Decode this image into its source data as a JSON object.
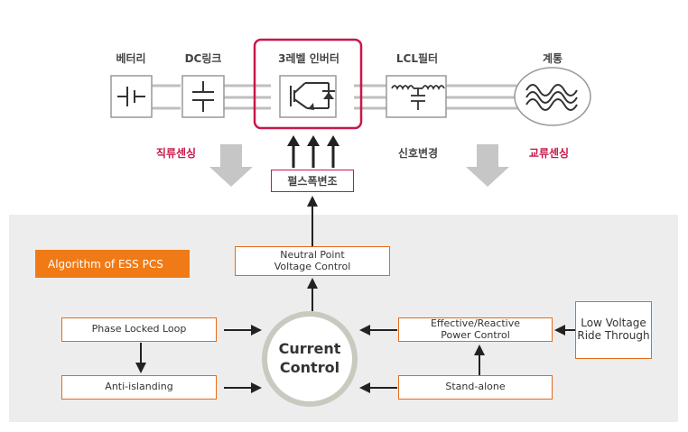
{
  "top": {
    "battery": "베터리",
    "dclink": "DC링크",
    "inverter": "3레벨 인버터",
    "lcl": "LCL필터",
    "grid": "계통",
    "dc_sensing": "직류센싱",
    "signal_conversion": "신호변경",
    "ac_sensing": "교류센싱",
    "pwm": "펄스폭변조"
  },
  "algorithm": {
    "title": "Algorithm of ESS PCS",
    "neutral_point": "Neutral Point\nVoltage Control",
    "pll": "Phase Locked Loop",
    "anti_islanding": "Anti-islanding",
    "current_control": "Current\nControl",
    "power_control": "Effective/Reactive\nPower Control",
    "stand_alone": "Stand-alone",
    "lvrt": "Low Voltage\nRide Through"
  },
  "colors": {
    "accent_red": "#c8174a",
    "accent_orange": "#f07a16",
    "box_border": "#e36c1a",
    "panel_bg": "#ededed"
  }
}
